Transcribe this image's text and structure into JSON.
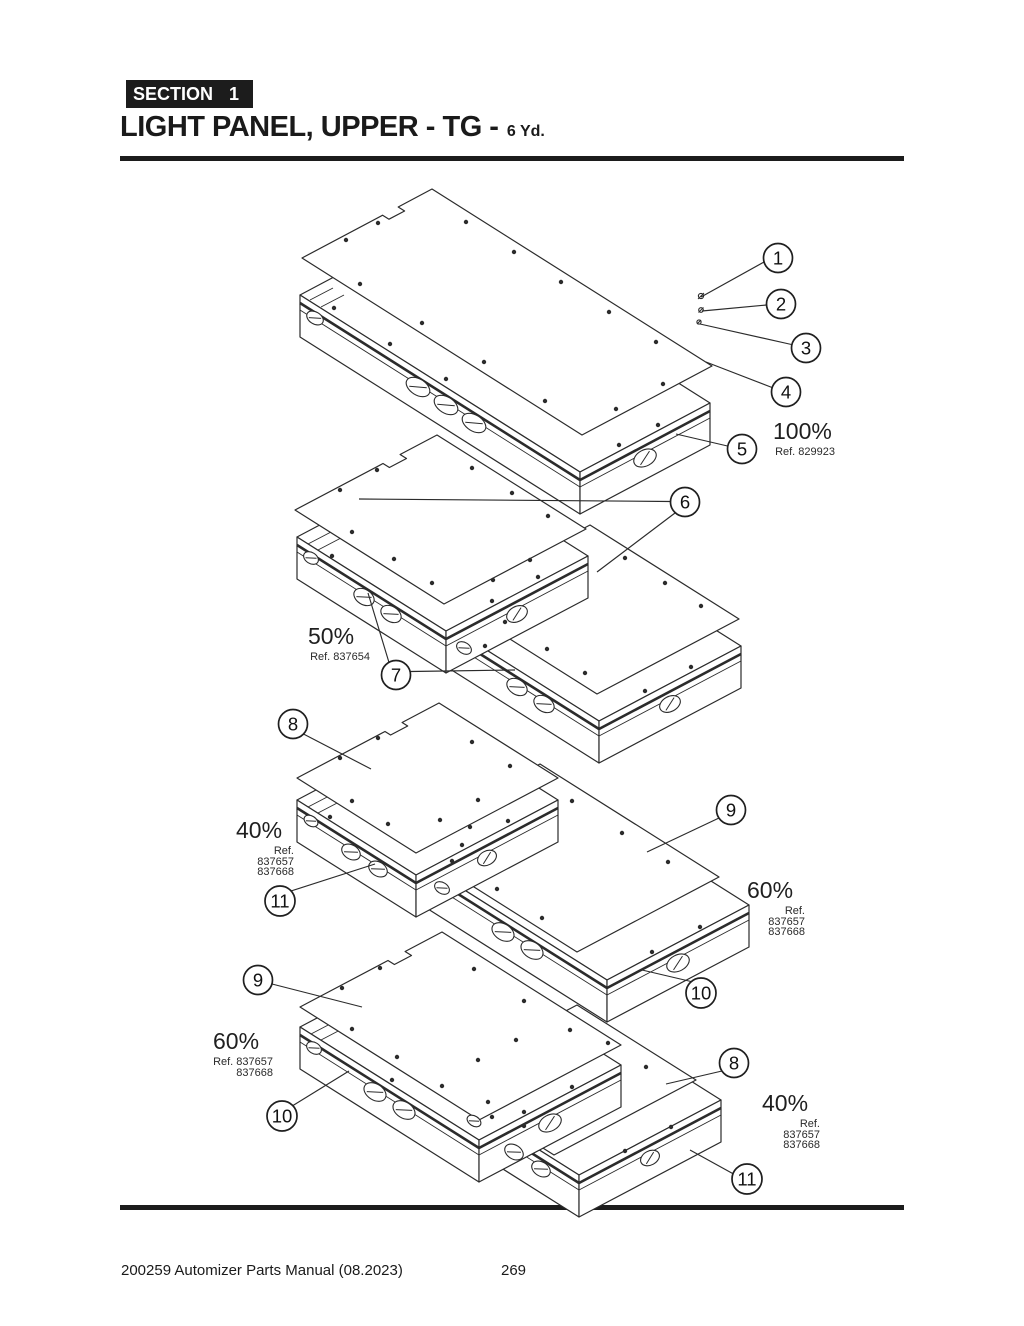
{
  "page": {
    "section_label": "SECTION",
    "section_number": "1",
    "title": "LIGHT PANEL, UPPER - TG -",
    "title_suffix": "6 Yd.",
    "footer_left": "200259 Automizer Parts Manual (08.2023)",
    "footer_page": "269"
  },
  "diagram": {
    "callouts": {
      "c1": "1",
      "c2": "2",
      "c3": "3",
      "c4": "4",
      "c5": "5",
      "c6": "6",
      "c7": "7",
      "c8_upper": "8",
      "c9_upper": "9",
      "c10_upper": "10",
      "c11_upper": "11",
      "c9_lower": "9",
      "c10_lower": "10",
      "c8_lower": "8",
      "c11_lower": "11"
    },
    "labels": {
      "l100": {
        "percent": "100%",
        "ref1": "Ref. 829923"
      },
      "l50": {
        "percent": "50%",
        "ref1": "Ref. 837654"
      },
      "l40_upper": {
        "percent": "40%",
        "ref1": "Ref. 837657",
        "ref2": "837668"
      },
      "l60_upper": {
        "percent": "60%",
        "ref1": "Ref. 837657",
        "ref2": "837668"
      },
      "l60_lower": {
        "percent": "60%",
        "ref1": "Ref. 837657",
        "ref2": "837668"
      },
      "l40_lower": {
        "percent": "40%",
        "ref1": "Ref. 837657",
        "ref2": "837668"
      }
    }
  }
}
